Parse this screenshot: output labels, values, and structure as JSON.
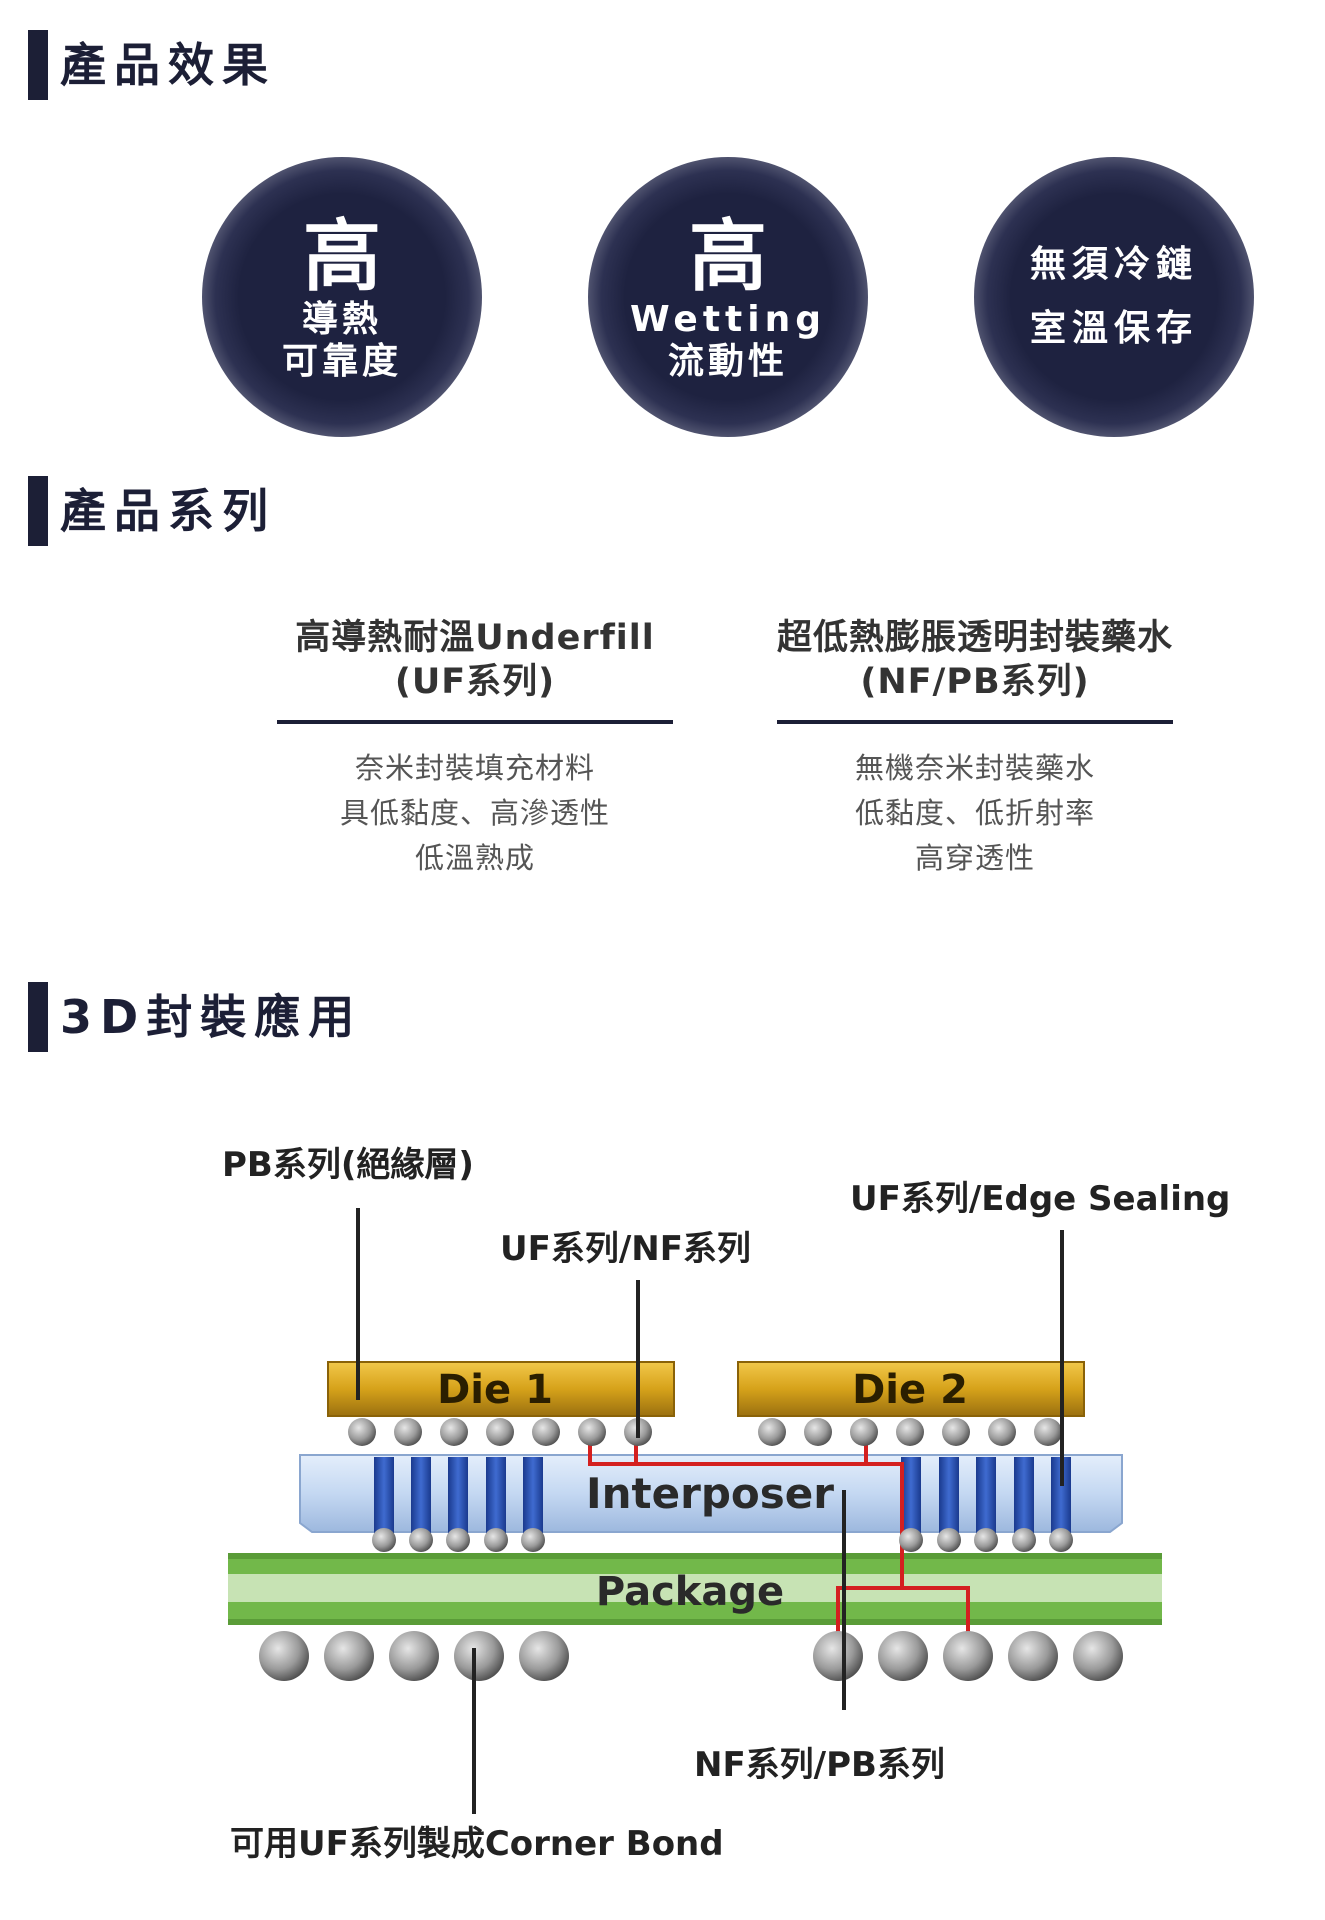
{
  "sections": {
    "effects_title": "產品效果",
    "series_title": "產品系列",
    "app_title": "3D封裝應用"
  },
  "effects": [
    {
      "big": "高",
      "line1": "導熱",
      "line2": "可靠度"
    },
    {
      "big": "高",
      "line1": "Wetting",
      "line2": "流動性"
    },
    {
      "line1": "無須冷鏈",
      "line2": "室溫保存"
    }
  ],
  "series": [
    {
      "title1": "高導熱耐溫Underfill",
      "title2": "(UF系列)",
      "desc": [
        "奈米封裝填充材料",
        "具低黏度、高滲透性",
        "低溫熟成"
      ]
    },
    {
      "title1": "超低熱膨脹透明封裝藥水",
      "title2": "(NF/PB系列)",
      "desc": [
        "無機奈米封裝藥水",
        "低黏度、低折射率",
        "高穿透性"
      ]
    }
  ],
  "diagram": {
    "labels": {
      "pb_insulation": "PB系列(絕緣層)",
      "uf_nf": "UF系列/NF系列",
      "uf_edge": "UF系列/Edge Sealing",
      "nf_pb": "NF系列/PB系列",
      "corner_bond": "可用UF系列製成Corner Bond"
    },
    "parts": {
      "die1": "Die 1",
      "die2": "Die 2",
      "interposer": "Interposer",
      "package": "Package"
    },
    "colors": {
      "die": "#d6a21a",
      "interposer": "#c4d8f2",
      "package": "#72b84a",
      "via": "#2b4fae",
      "trace": "#d42020"
    }
  }
}
